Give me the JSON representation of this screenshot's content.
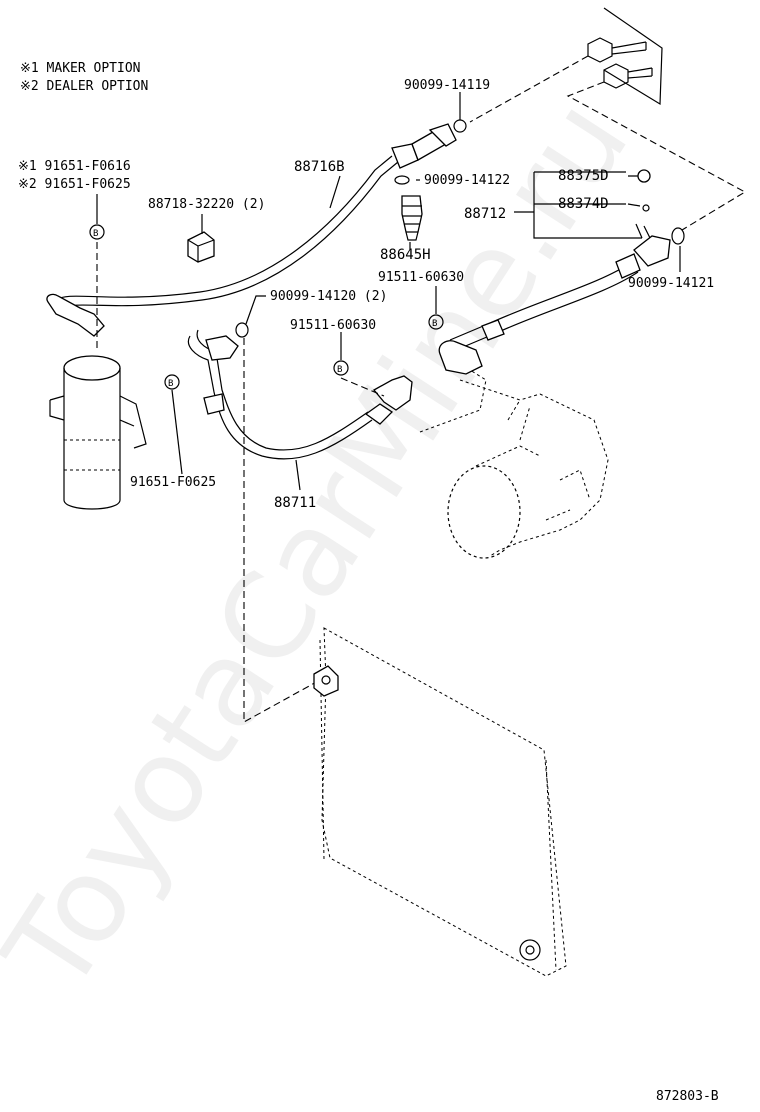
{
  "notes": {
    "maker": "※1 MAKER OPTION",
    "dealer": "※2 DEALER OPTION"
  },
  "parts": {
    "p_90099_14119": "90099-14119",
    "p_88716b": "88716B",
    "p_90099_14122": "90099-14122",
    "p_88375d": "88375D",
    "p_88374d": "88374D",
    "p_88712": "88712",
    "p_91651_f0616": "※1 91651-F0616",
    "p_91651_f0625_opt": "※2 91651-F0625",
    "p_88718_32220": "88718-32220 (2)",
    "p_88645h": "88645H",
    "p_91511_60630_a": "91511-60630",
    "p_90099_14120": "90099-14120 (2)",
    "p_91511_60630_b": "91511-60630",
    "p_90099_14121": "90099-14121",
    "p_91651_f0625": "91651-F0625",
    "p_88711": "88711"
  },
  "bolt_marker": "B",
  "watermark": "ToyotaCarMine.ru",
  "figure_id": "872803-B"
}
